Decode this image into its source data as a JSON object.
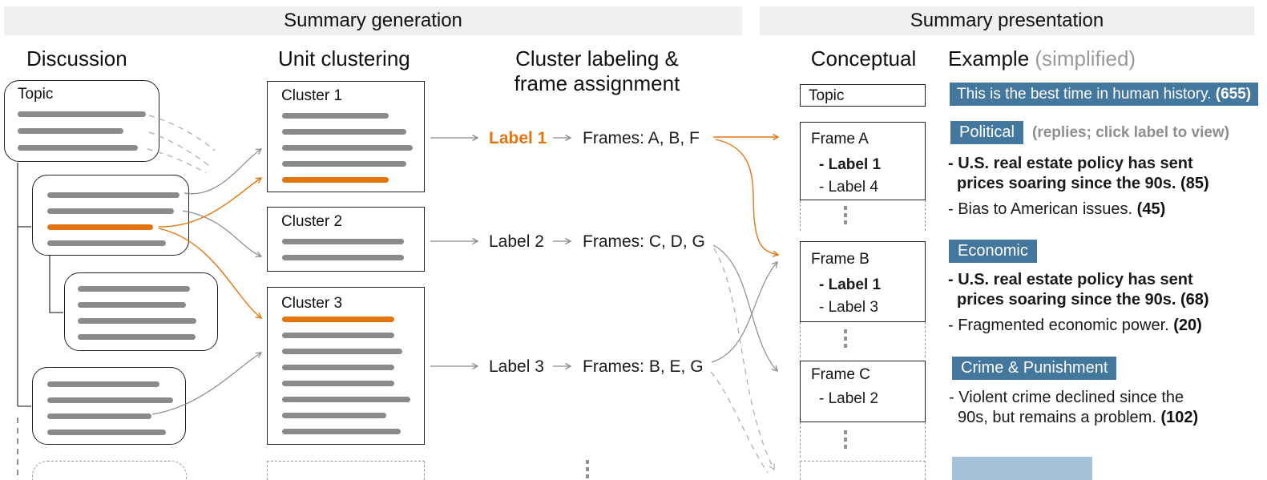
{
  "headers": {
    "generation": "Summary generation",
    "presentation": "Summary presentation"
  },
  "colors": {
    "orange": "#E2750E",
    "badge_blue": "#44779D",
    "faded_blue": "#A6C2D8",
    "bar_gray": "#8A8A8A"
  },
  "discussion": {
    "title": "Discussion",
    "topic": {
      "label": "Topic",
      "bars": [
        {
          "w": 160
        },
        {
          "w": 132
        },
        {
          "w": 150
        }
      ]
    },
    "comments": [
      {
        "bars": [
          {
            "w": 165
          },
          {
            "w": 158
          },
          {
            "w": 132,
            "orange": true
          },
          {
            "w": 148
          }
        ]
      },
      {
        "bars": [
          {
            "w": 140
          },
          {
            "w": 135
          },
          {
            "w": 148
          },
          {
            "w": 147
          }
        ]
      },
      {
        "bars": [
          {
            "w": 140
          },
          {
            "w": 157
          },
          {
            "w": 130
          },
          {
            "w": 148
          }
        ]
      }
    ]
  },
  "clustering": {
    "title": "Unit clustering",
    "clusters": [
      {
        "name": "Cluster 1",
        "bars": [
          {
            "w": 133
          },
          {
            "w": 155
          },
          {
            "w": 163
          },
          {
            "w": 155
          },
          {
            "w": 133,
            "orange": true
          }
        ]
      },
      {
        "name": "Cluster 2",
        "bars": [
          {
            "w": 152
          },
          {
            "w": 152
          }
        ]
      },
      {
        "name": "Cluster 3",
        "bars": [
          {
            "w": 140,
            "orange": true
          },
          {
            "w": 140
          },
          {
            "w": 150
          },
          {
            "w": 140
          },
          {
            "w": 140
          },
          {
            "w": 160
          },
          {
            "w": 130
          },
          {
            "w": 148
          }
        ]
      }
    ]
  },
  "labeling": {
    "title_line1": "Cluster labeling &",
    "title_line2": "frame assignment",
    "rows": [
      {
        "label": "Label 1",
        "frames": "Frames: A, B, F",
        "highlight": true
      },
      {
        "label": "Label 2",
        "frames": "Frames: C, D, G",
        "highlight": false
      },
      {
        "label": "Label 3",
        "frames": "Frames: B, E, G",
        "highlight": false
      }
    ]
  },
  "conceptual": {
    "title": "Conceptual",
    "topic_label": "Topic",
    "frames": [
      {
        "name": "Frame A",
        "labels": [
          {
            "text": "- Label 1",
            "highlight": true
          },
          {
            "text": "- Label 4",
            "highlight": false
          }
        ]
      },
      {
        "name": "Frame B",
        "labels": [
          {
            "text": "- Label 1",
            "highlight": true
          },
          {
            "text": "- Label 3",
            "highlight": false
          }
        ]
      },
      {
        "name": "Frame C",
        "labels": [
          {
            "text": "- Label 2",
            "highlight": false
          }
        ]
      }
    ]
  },
  "example": {
    "title": "Example",
    "title_note": "(simplified)",
    "topic_banner": {
      "text": "This is the best time in human history.",
      "count": "(655)"
    },
    "sections": [
      {
        "badge": "Political",
        "note": "(replies; click label to view)",
        "bullets": [
          {
            "text": "- U.S. real estate policy has sent prices soaring since the 90s.",
            "count": "(85)",
            "highlight": true
          },
          {
            "text": "- Bias to American issues.",
            "count": "(45)",
            "highlight": false
          }
        ]
      },
      {
        "badge": "Economic",
        "bullets": [
          {
            "text": "- U.S. real estate policy has sent prices soaring since the 90s",
            "count": ". (68)",
            "highlight": true
          },
          {
            "text": "- Fragmented economic power.",
            "count": "(20)",
            "highlight": false
          }
        ]
      },
      {
        "badge": "Crime & Punishment",
        "bullets": [
          {
            "text": "- Violent crime declined since the 90s, but remains a problem.",
            "count": "(102)",
            "highlight": false
          }
        ]
      }
    ]
  }
}
